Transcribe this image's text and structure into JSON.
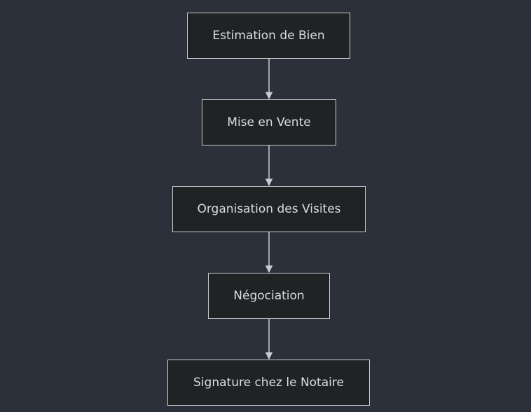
{
  "flowchart": {
    "nodes": [
      {
        "label": "Estimation de Bien"
      },
      {
        "label": "Mise en Vente"
      },
      {
        "label": "Organisation des Visites"
      },
      {
        "label": "Négociation"
      },
      {
        "label": "Signature chez le Notaire"
      }
    ],
    "edges": [
      {
        "from": 0,
        "to": 1
      },
      {
        "from": 1,
        "to": 2
      },
      {
        "from": 2,
        "to": 3
      },
      {
        "from": 3,
        "to": 4
      }
    ]
  },
  "colors": {
    "background": "#2b303b",
    "node_fill": "#212223",
    "node_border": "#c9cdd3",
    "text": "#dadde2",
    "edge": "#c9cdd3"
  }
}
